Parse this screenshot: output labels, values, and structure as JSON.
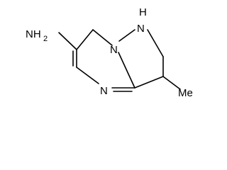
{
  "molecule": {
    "labels": {
      "amine_group": "NH",
      "amine_sub": "2",
      "ring_nh": "N",
      "ring_nh_h": "H",
      "bridge_n": "N",
      "pyrimidine_n": "N",
      "methyl": "Me"
    }
  }
}
